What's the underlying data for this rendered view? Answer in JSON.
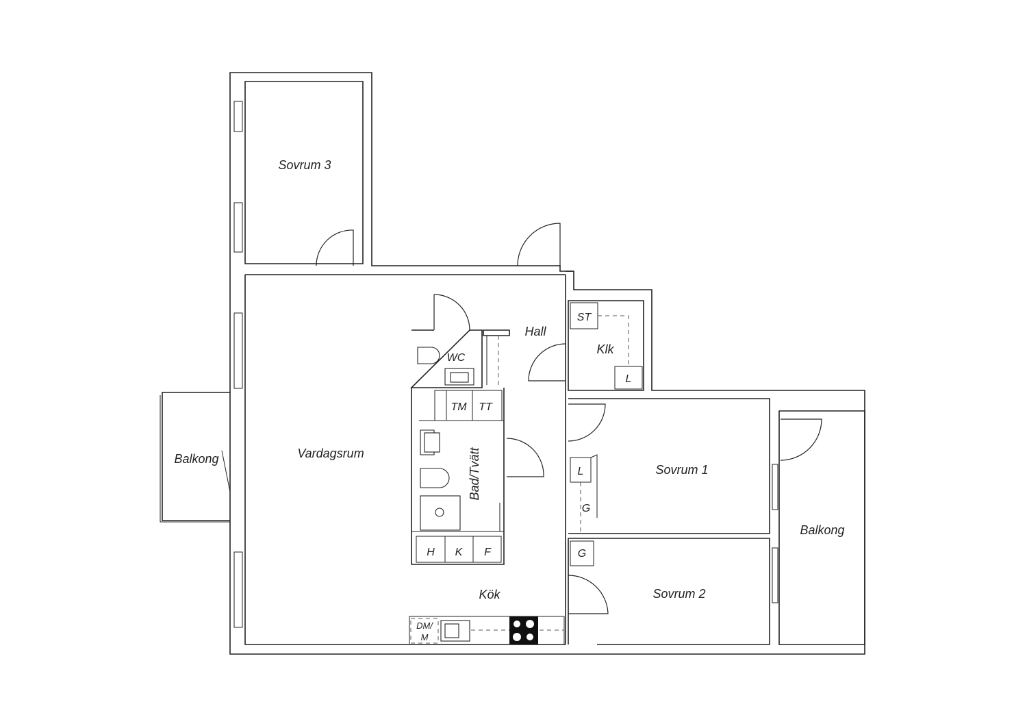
{
  "rooms": {
    "sovrum3": "Sovrum 3",
    "vardagsrum": "Vardagsrum",
    "balkong_left": "Balkong",
    "hall": "Hall",
    "klk": "Klk",
    "wc": "WC",
    "bad_tvatt": "Bad/Tvätt",
    "kok": "Kök",
    "sovrum1": "Sovrum 1",
    "sovrum2": "Sovrum 2",
    "balkong_right": "Balkong"
  },
  "fixtures": {
    "st": "ST",
    "klk_l": "L",
    "tm": "TM",
    "tt": "TT",
    "h": "H",
    "k": "K",
    "f": "F",
    "sovrum1_l": "L",
    "sovrum1_g": "G",
    "sovrum2_g": "G",
    "dm_line1": "DM/",
    "dm_line2": "M"
  }
}
